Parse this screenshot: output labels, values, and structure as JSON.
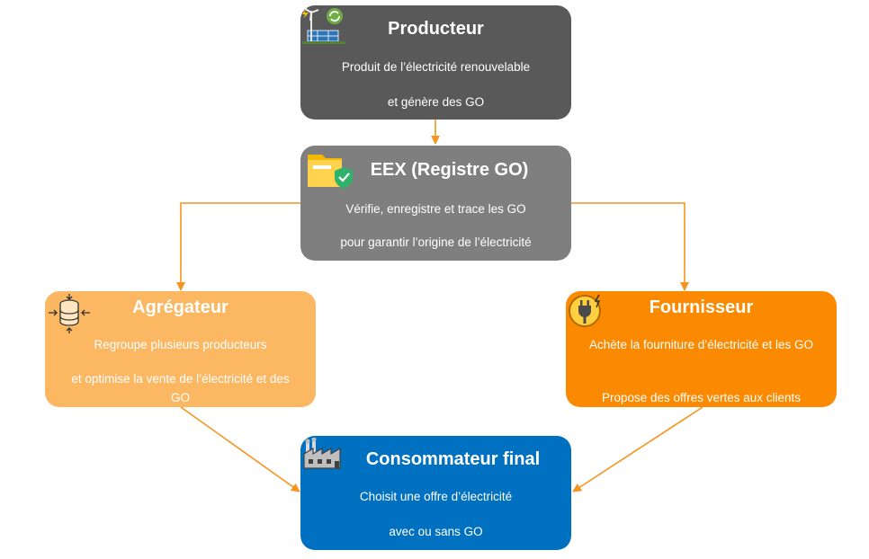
{
  "producer": {
    "title": "Producteur",
    "line1": "Produit de l’électricité renouvelable",
    "line2": "et génère des GO",
    "icon": "wind-solar-icon",
    "color": "#595959"
  },
  "registry": {
    "title": "EEX (Registre GO)",
    "line1": "Vérifie, enregistre et trace les GO",
    "line2": "pour garantir l’origine de l’électricité",
    "icon": "certified-folder-icon",
    "color": "#7f7f7f"
  },
  "aggregator": {
    "title": "Agrégateur",
    "line1": "Regroupe plusieurs producteurs",
    "line2": "et optimise la vente de l’électricité et des GO",
    "icon": "database-distribution-icon",
    "color": "#fcb762"
  },
  "supplier": {
    "title": "Fournisseur",
    "line1": "Achète la fourniture d’électricité et les GO",
    "line2": "Propose des offres vertes aux clients",
    "icon": "electric-plug-icon",
    "color": "#fb8a00"
  },
  "consumer": {
    "title": "Consommateur final",
    "line1": "Choisit une offre d’électricité",
    "line2": "avec ou sans GO",
    "icon": "factory-icon",
    "color": "#0070c0"
  },
  "arrow_color": "#f7941d"
}
